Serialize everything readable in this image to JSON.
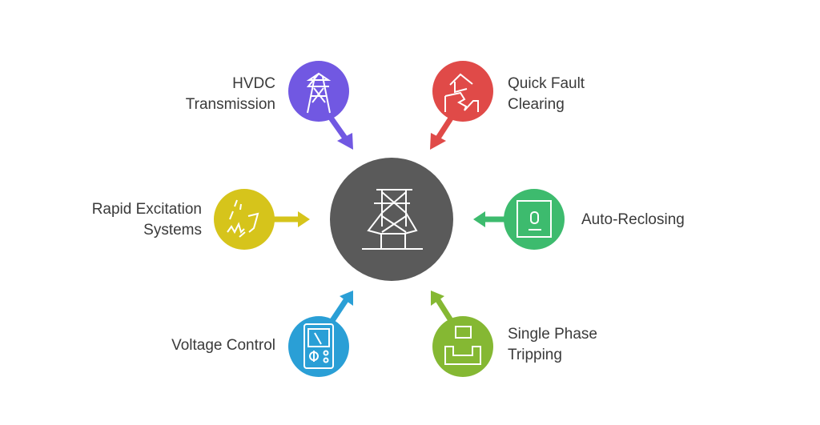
{
  "center": {
    "icon": "transmission-tower-icon",
    "color": "#5a5a5a"
  },
  "nodes": [
    {
      "line1": "HVDC",
      "line2": "Transmission",
      "icon": "power-pylon-icon",
      "color": "#7158e2"
    },
    {
      "line1": "Quick Fault",
      "line2": "Clearing",
      "icon": "broken-house-lightning-icon",
      "color": "#e04a48"
    },
    {
      "line1": "Rapid Excitation",
      "line2": "Systems",
      "icon": "sparks-icon",
      "color": "#d6c41b"
    },
    {
      "line1": "Auto-Reclosing",
      "icon": "switch-panel-icon",
      "color": "#3dbb6e"
    },
    {
      "line1": "Voltage Control",
      "icon": "voltmeter-icon",
      "color": "#2a9fd6"
    },
    {
      "line1": "Single Phase",
      "line2": "Tripping",
      "icon": "breaker-icon",
      "color": "#85b833"
    }
  ]
}
